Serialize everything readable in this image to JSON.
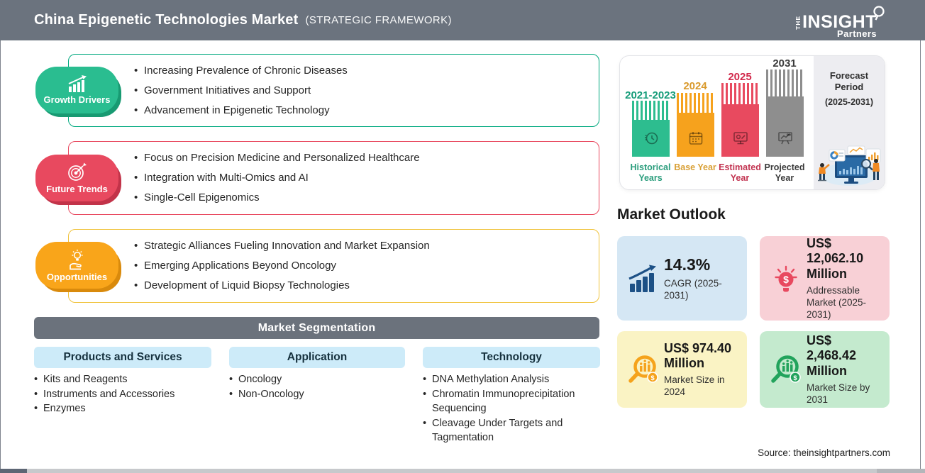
{
  "header": {
    "title": "China Epigenetic Technologies Market",
    "subtitle": "(STRATEGIC FRAMEWORK)",
    "logo": {
      "the": "THE",
      "insight": "INSIGHT",
      "partners": "Partners"
    }
  },
  "colors": {
    "header_bg": "#6B737E",
    "growth_green": "#2ABD90",
    "growth_border": "#00A97F",
    "trends_red": "#E8495F",
    "opportunities_orange": "#F9A51A",
    "opportunities_border": "#F0C33C",
    "segment_header_bg": "#CDEBF9",
    "card_blue": "#D5E7F4",
    "card_pink": "#F8D0D6",
    "card_yellow": "#FAF3C4",
    "card_green": "#C4EACE"
  },
  "framework": {
    "rows": [
      {
        "label": "Growth Drivers",
        "icon": "growth-chart-icon",
        "bullets": [
          "Increasing Prevalence of Chronic Diseases",
          "Government Initiatives and Support",
          "Advancement in Epigenetic Technology"
        ]
      },
      {
        "label": "Future Trends",
        "icon": "target-dart-icon",
        "bullets": [
          "Focus on Precision Medicine and Personalized Healthcare",
          "Integration with Multi-Omics and AI",
          "Single-Cell Epigenomics"
        ]
      },
      {
        "label": "Opportunities",
        "icon": "hand-bulb-icon",
        "bullets": [
          "Strategic Alliances Fueling Innovation and Market Expansion",
          "Emerging Applications Beyond Oncology",
          "Development of Liquid Biopsy Technologies"
        ]
      }
    ]
  },
  "segmentation": {
    "title": "Market Segmentation",
    "columns": [
      {
        "header": "Products and Services",
        "items": [
          "Kits and Reagents",
          "Instruments and Accessories",
          "Enzymes"
        ]
      },
      {
        "header": "Application",
        "items": [
          "Oncology",
          "Non-Oncology"
        ]
      },
      {
        "header": "Technology",
        "items": [
          "DNA Methylation Analysis",
          "Chromatin Immunoprecipitation Sequencing",
          "Cleavage Under Targets and Tagmentation"
        ]
      }
    ]
  },
  "timeline": {
    "bars": [
      {
        "year": "2021-2023",
        "label": "Historical Years",
        "color": "#2DBD8F",
        "label_color": "#169C79",
        "icon": "history-clock-icon"
      },
      {
        "year": "2024",
        "label": "Base Year",
        "color": "#F6A21D",
        "label_color": "#D9992B",
        "icon": "calendar-icon"
      },
      {
        "year": "2025",
        "label": "Estimated Year",
        "color": "#E84A5F",
        "label_color": "#D22A4C",
        "icon": "monitor-gear-icon"
      },
      {
        "year": "2031",
        "label": "Projected Year",
        "color": "#8E8E8E",
        "label_color": "#3A3A3A",
        "icon": "projection-screen-icon"
      }
    ],
    "forecast": {
      "title_line1": "Forecast",
      "title_line2": "Period",
      "range": "(2025-2031)"
    }
  },
  "outlook": {
    "title": "Market Outlook",
    "cards": [
      {
        "value": "14.3%",
        "label": "CAGR (2025-2031)",
        "icon": "growth-bars-arrow-icon"
      },
      {
        "value": "US$ 12,062.10 Million",
        "label": "Addressable Market (2025-2031)",
        "icon": "bulb-dollar-icon"
      },
      {
        "value": "US$ 974.40 Million",
        "label": "Market Size in 2024",
        "icon": "magnifier-chart-icon"
      },
      {
        "value": "US$ 2,468.42 Million",
        "label": "Market Size by 2031",
        "icon": "magnifier-chart-icon"
      }
    ]
  },
  "source": "Source: theinsightpartners.com",
  "icons": {
    "growth-chart-icon": "white bar chart with rising arrow",
    "target-dart-icon": "white concentric target with dart",
    "hand-bulb-icon": "hand presenting glowing light bulb",
    "history-clock-icon": "clock with rewind arc",
    "calendar-icon": "monthly calendar grid",
    "monitor-gear-icon": "monitor with gear",
    "projection-screen-icon": "screen with trend line",
    "growth-bars-arrow-icon": "navy ascending bars with curved arrow",
    "bulb-dollar-icon": "red bulb with dollar sign and rays",
    "magnifier-chart-icon": "magnifying glass over bar chart with dollar coin",
    "logo-lens-icon": "magnifying glass loop of logo"
  }
}
